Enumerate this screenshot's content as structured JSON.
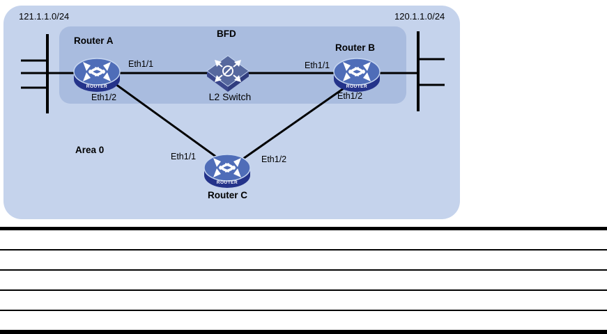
{
  "diagram": {
    "subnet_left": "121.1.1.0/24",
    "subnet_right": "120.1.1.0/24",
    "bfd_zone_label": "BFD",
    "area_label": "Area 0",
    "router_badge": "ROUTER",
    "router_a": {
      "name": "Router A",
      "port_link": "Eth1/1",
      "port_down": "Eth1/2"
    },
    "router_b": {
      "name": "Router B",
      "port_link": "Eth1/1",
      "port_down": "Eth1/2"
    },
    "router_c": {
      "name": "Router C",
      "port_left": "Eth1/1",
      "port_right": "Eth1/2"
    },
    "l2_switch": {
      "name": "L2 Switch"
    },
    "colors": {
      "outer_zone": "#c5d3ec",
      "bfd_zone": "#a9bcdf",
      "router_body": "#4f6db8",
      "router_base": "#24338a",
      "switch_top": "#56689e",
      "switch_side": "#303d7e",
      "switch_side_light": "#3a478c",
      "icon_stroke": "#c6d6f0",
      "line_color": "#000000"
    }
  },
  "notes_table": {
    "row_count": 5
  }
}
